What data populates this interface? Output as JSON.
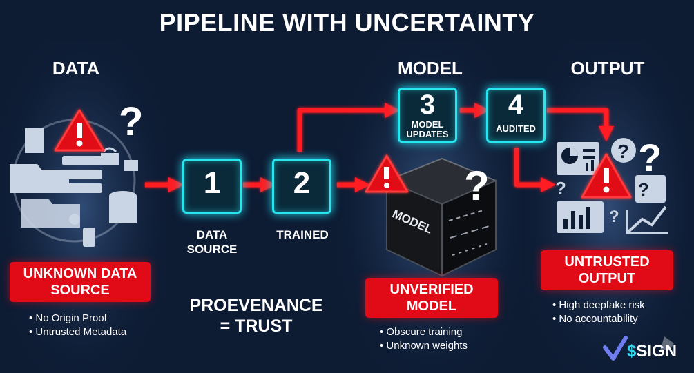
{
  "title": "PIPELINE WITH UNCERTAINTY",
  "columns": {
    "data": "DATA",
    "model": "MODEL",
    "output": "OUTPUT"
  },
  "nodes": [
    {
      "num": "1",
      "caption": "DATA SOURCE"
    },
    {
      "num": "2",
      "caption": "TRAINED"
    },
    {
      "num": "3",
      "sub": "MODEL UPDATES"
    },
    {
      "num": "4",
      "sub": "AUDITED"
    }
  ],
  "cube_label": "MODEL",
  "badges": {
    "data": "UNKNOWN DATA SOURCE",
    "model": "UNVERIFIED MODEL",
    "output": "UNTRUSTED OUTPUT"
  },
  "bullets": {
    "data": [
      "No Origin Proof",
      "Untrusted Metadata"
    ],
    "model": [
      "Obscure training",
      "Unknown weights"
    ],
    "output": [
      "High deepfake risk",
      "No accountability"
    ]
  },
  "slogan": {
    "line1": "PROEVENANCE",
    "line2": "= TRUST"
  },
  "logo": {
    "symbol": "$",
    "text": "SIGN"
  },
  "colors": {
    "background": "#0d1b33",
    "node_glow": "#27e6f0",
    "alert_red": "#e10a17"
  }
}
